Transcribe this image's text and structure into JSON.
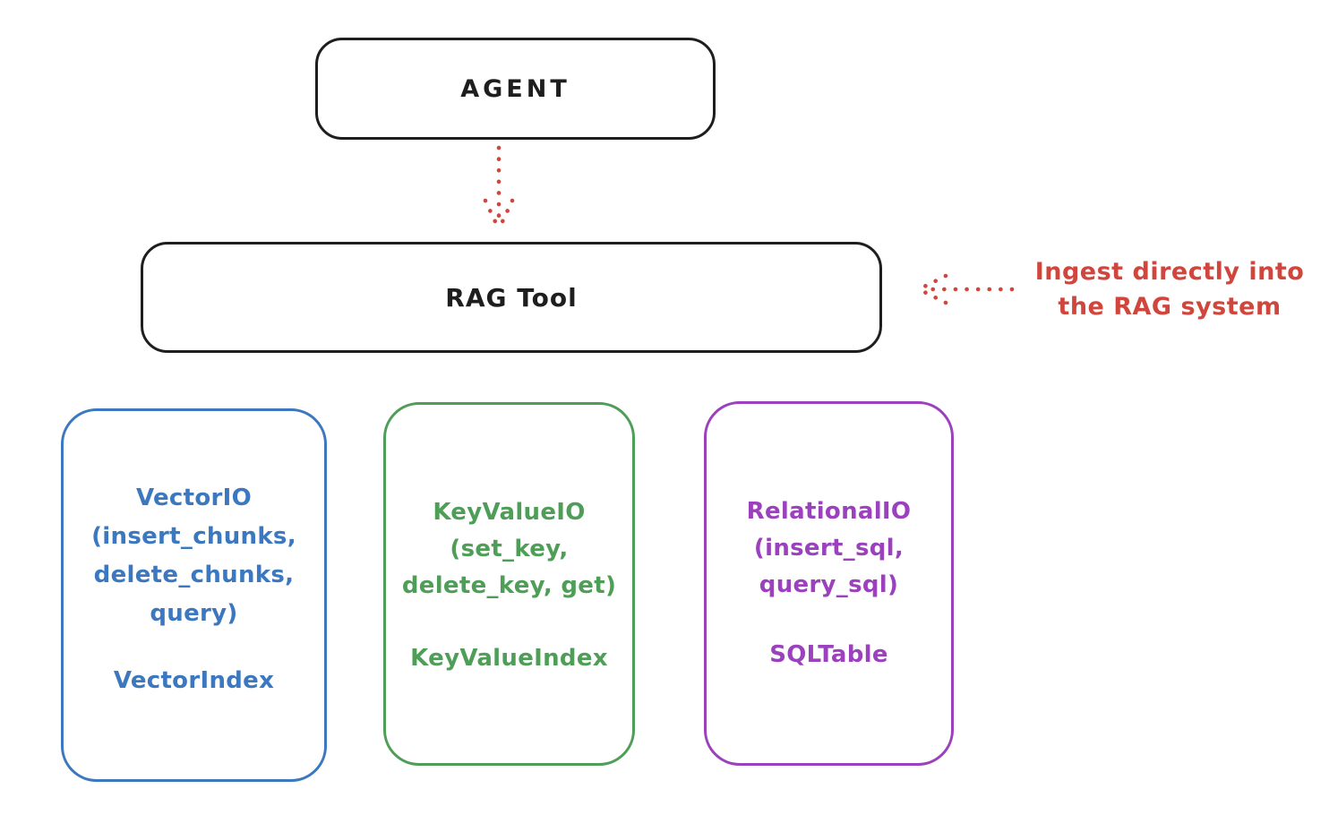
{
  "agent_box": {
    "label": "AGENT"
  },
  "rag_tool_box": {
    "label": "RAG Tool"
  },
  "annotation": {
    "line1": "Ingest directly into",
    "line2": "the RAG system"
  },
  "backends": [
    {
      "name": "vector-io",
      "lines": [
        "VectorIO",
        "(insert_chunks,",
        "delete_chunks,",
        "query)"
      ],
      "index_label": "VectorIndex",
      "color": "#3b78bf"
    },
    {
      "name": "keyvalue-io",
      "lines": [
        "KeyValueIO",
        "(set_key,",
        "delete_key, get)"
      ],
      "index_label": "KeyValueIndex",
      "color": "#4f9e58"
    },
    {
      "name": "relational-io",
      "lines": [
        "RelationalIO",
        "(insert_sql,",
        "query_sql)"
      ],
      "index_label": "SQLTable",
      "color": "#9b41bd"
    }
  ],
  "icons": {
    "down_arrow": "dotted-arrow-down",
    "left_arrow": "dotted-arrow-left"
  },
  "colors": {
    "stroke": "#1e1e1e",
    "accent_red": "#d0453c",
    "blue": "#3b78bf",
    "green": "#4f9e58",
    "purple": "#9b41bd",
    "background": "#ffffff"
  }
}
